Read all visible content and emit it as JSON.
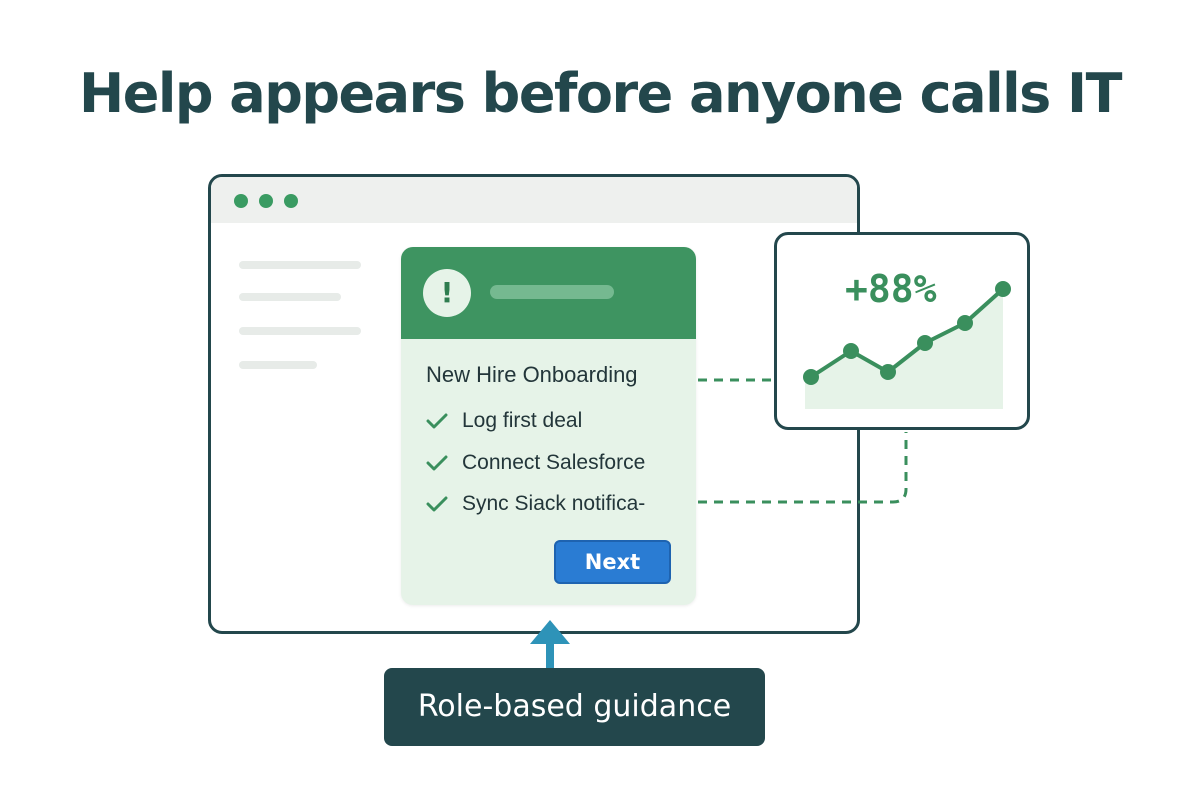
{
  "headline": "Help appears before anyone calls IT",
  "colors": {
    "dark_teal": "#23474c",
    "green_primary": "#3e9461",
    "green_light": "#e6f3e8",
    "button_blue": "#2a7cd3"
  },
  "browser": {
    "window_controls": [
      "dot",
      "dot",
      "dot"
    ],
    "onboarding_card": {
      "header_icon": "exclamation-icon",
      "header_icon_glyph": "!",
      "title": "New Hire Onboarding",
      "tasks": [
        {
          "label": "Log first deal",
          "icon": "checkmark-icon"
        },
        {
          "label": "Connect Salesforce",
          "icon": "checkmark-icon"
        },
        {
          "label": "Sync Siack notifica-",
          "icon": "checkmark-icon"
        }
      ],
      "next_button": "Next"
    }
  },
  "stat_card": {
    "value": "+88%",
    "trend_icon": "line-chart-icon"
  },
  "caption": "Role-based guidance"
}
